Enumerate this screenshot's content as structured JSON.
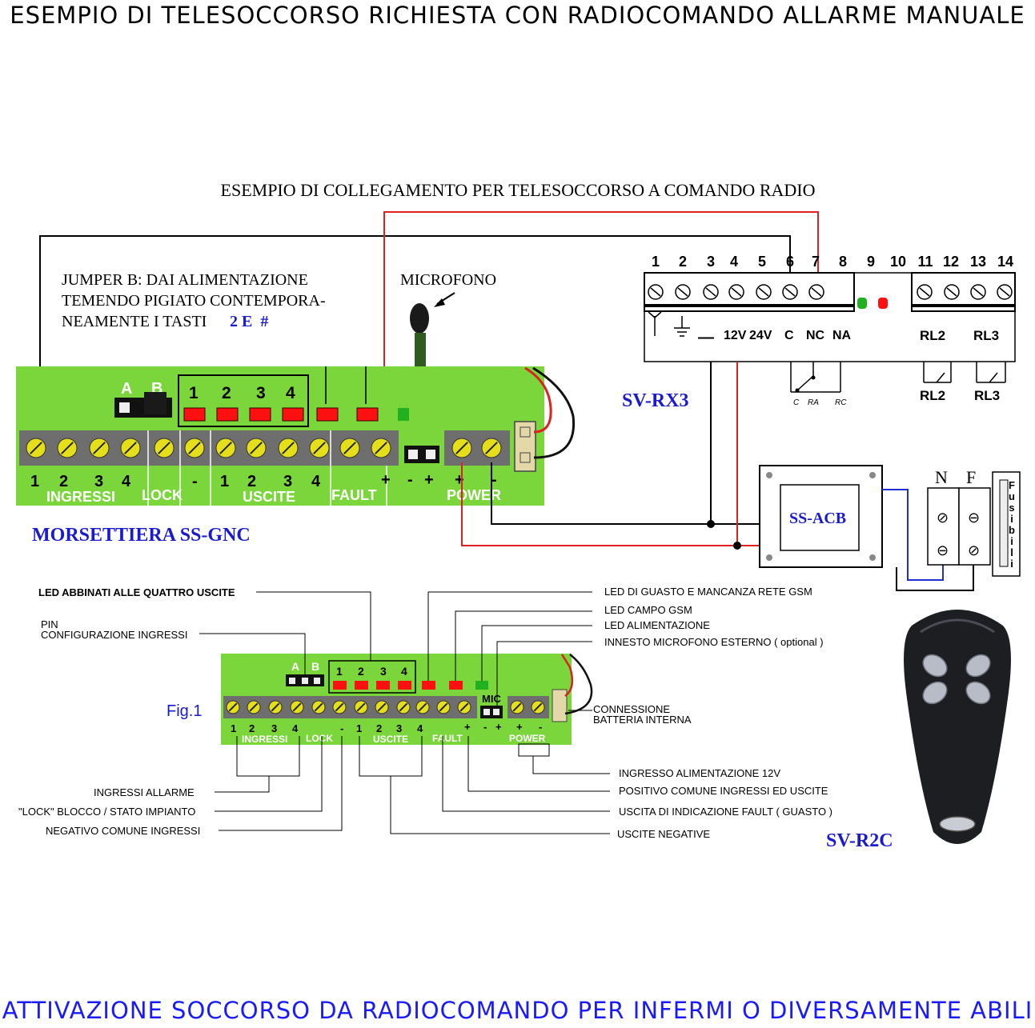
{
  "header": {
    "title": "ESEMPIO DI TELESOCCORSO RICHIESTA CON RADIOCOMANDO ALLARME MANUALE"
  },
  "footer": {
    "title": "ATTIVAZIONE SOCCORSO DA RADIOCOMANDO PER INFERMI O DIVERSAMENTE ABILI"
  },
  "wiring": {
    "title": "ESEMPIO DI COLLEGAMENTO PER TELESOCCORSO A COMANDO RADIO",
    "jumper_note_lines": [
      "JUMPER B: DAI ALIMENTAZIONE",
      "TEMENDO PIGIATO CONTEMPORA-",
      "NEAMENTE I TASTI"
    ],
    "jumper_keys": "2 E  #",
    "microphone_label": "MICROFONO",
    "board_name": "MORSETTIERA SS-GNC",
    "receiver_name": "SV-RX3",
    "receiver_terminals": [
      "1",
      "2",
      "3",
      "4",
      "5",
      "6",
      "7",
      "8",
      "9",
      "10",
      "11",
      "12",
      "13",
      "14"
    ],
    "receiver_labels": [
      "12V",
      "24V",
      "C",
      "NC",
      "NA"
    ],
    "receiver_minus": "—",
    "relay_labels": [
      "RL2",
      "RL3"
    ],
    "contact_labels": [
      "C",
      "RA",
      "RC"
    ],
    "power_unit": "SS-ACB",
    "mains_labels": [
      "N",
      "F"
    ],
    "fuse_label": "Fusibili",
    "remote_name": "SV-R2C"
  },
  "board": {
    "jumper_labels": [
      "A",
      "B"
    ],
    "led_numbers": [
      "1",
      "2",
      "3",
      "4"
    ],
    "terminal_numbers": [
      "1",
      "2",
      "3",
      "4",
      "-",
      "1",
      "2",
      "3",
      "4"
    ],
    "plus_labels": [
      "+",
      "-",
      "+",
      "+",
      "-"
    ],
    "group_labels": [
      "INGRESSI",
      "LOCK",
      "USCITE",
      "FAULT",
      "POWER"
    ],
    "mic_label": "MIC"
  },
  "fig1": {
    "label": "Fig.1",
    "callouts_left": [
      "LED ABBINATI ALLE QUATTRO USCITE",
      "PIN",
      "CONFIGURAZIONE INGRESSI",
      "INGRESSI ALLARME",
      "\"LOCK\" BLOCCO / STATO IMPIANTO",
      "NEGATIVO COMUNE INGRESSI"
    ],
    "callouts_right": [
      "LED DI GUASTO E MANCANZA RETE GSM",
      "LED CAMPO GSM",
      "LED ALIMENTAZIONE",
      "INNESTO MICROFONO ESTERNO ( optional )",
      "CONNESSIONE",
      "BATTERIA INTERNA",
      "INGRESSO  ALIMENTAZIONE 12V",
      "POSITIVO COMUNE  INGRESSI  ED USCITE",
      "USCITA DI INDICAZIONE FAULT ( GUASTO )",
      "USCITE NEGATIVE"
    ]
  },
  "colors": {
    "board_green": "#7ad63a",
    "terminal_gray": "#6e6e6e",
    "screw_yellow": "#e5df1a",
    "led_red": "#ff1010",
    "led_green": "#20b020",
    "wire_red": "#e02020",
    "wire_blue": "#2030d0",
    "name_blue": "#1a1ad0"
  }
}
